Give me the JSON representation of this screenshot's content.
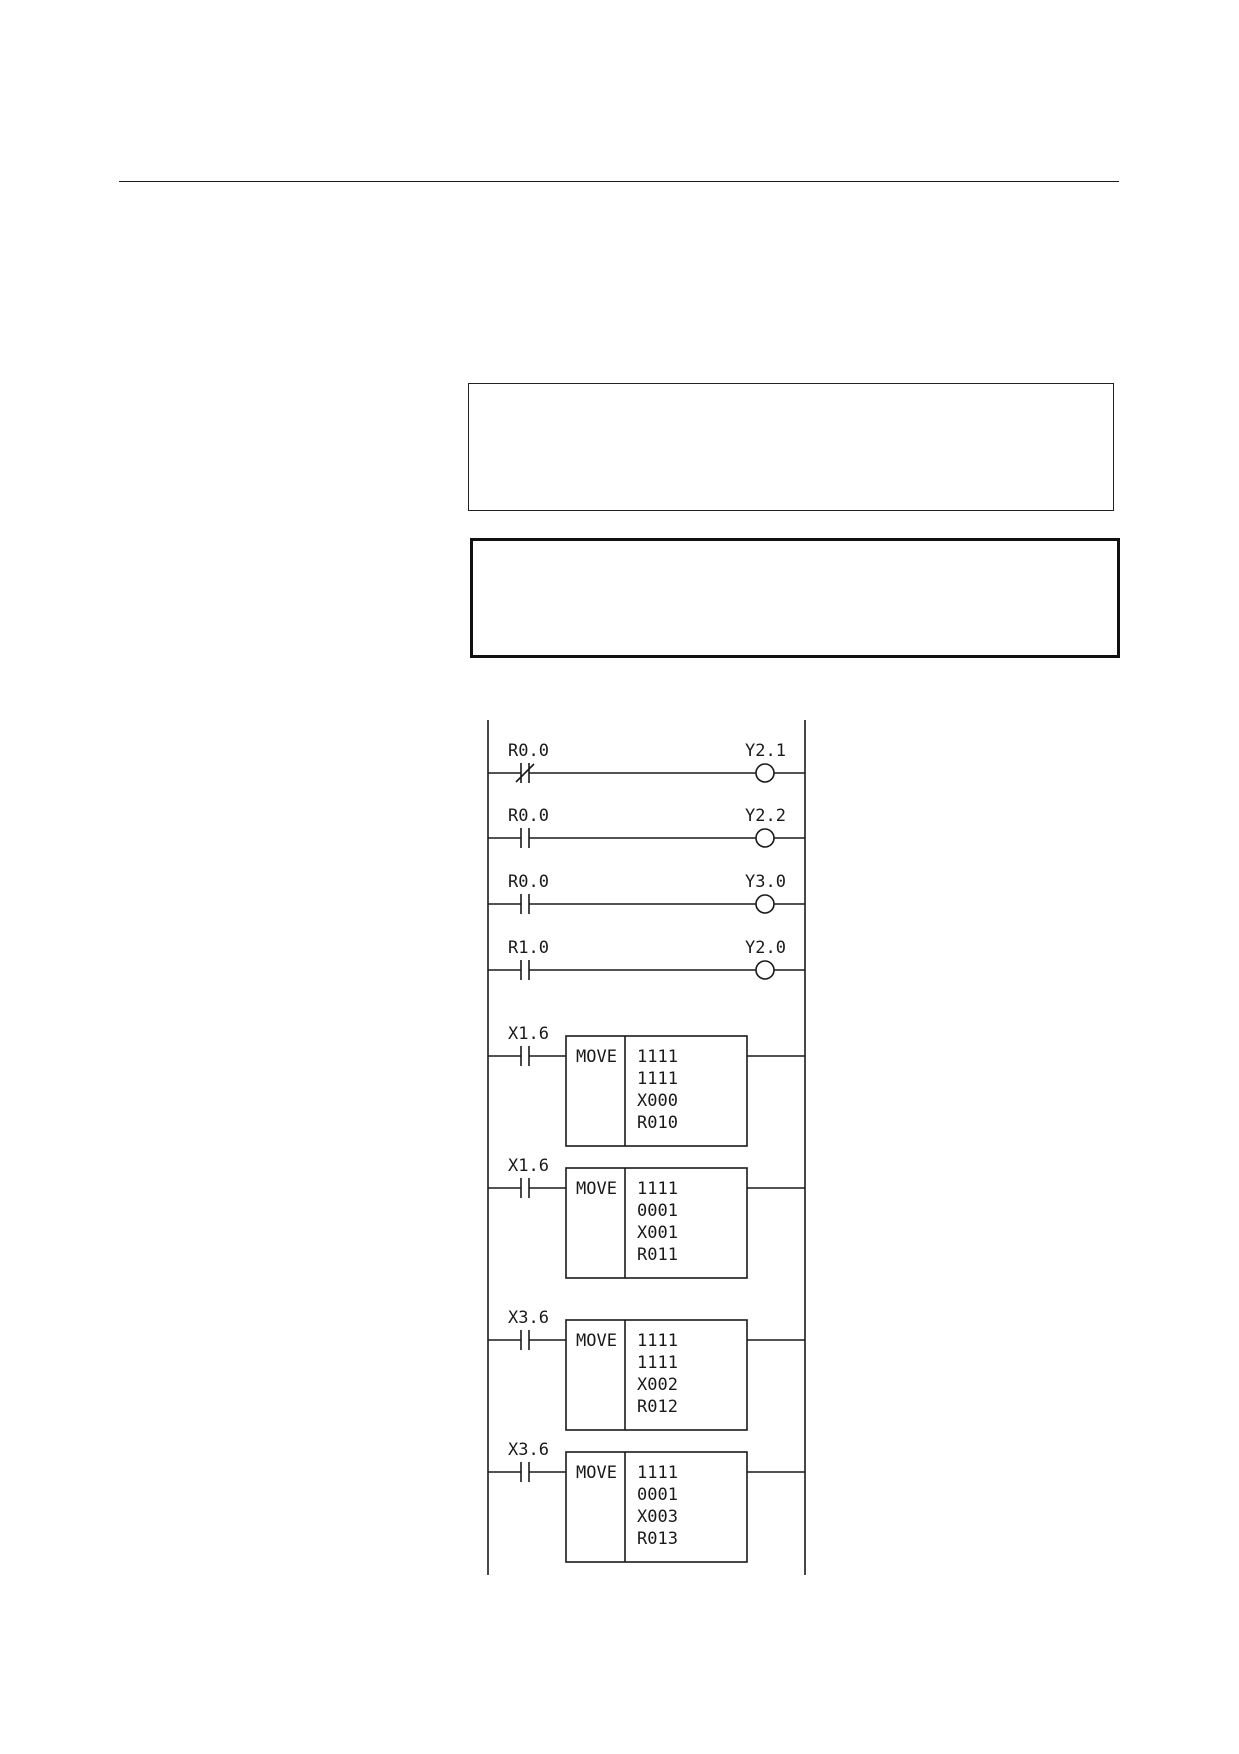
{
  "ladder": {
    "rungs": [
      {
        "type": "coil",
        "contact": "R0.0",
        "contact_type": "normally-closed",
        "coil": "Y2.1"
      },
      {
        "type": "coil",
        "contact": "R0.0",
        "contact_type": "normally-open",
        "coil": "Y2.2"
      },
      {
        "type": "coil",
        "contact": "R0.0",
        "contact_type": "normally-open",
        "coil": "Y3.0"
      },
      {
        "type": "coil",
        "contact": "R1.0",
        "contact_type": "normally-open",
        "coil": "Y2.0"
      },
      {
        "type": "move",
        "contact": "X1.6",
        "contact_type": "normally-open",
        "instruction": "MOVE",
        "params": [
          "1111",
          "1111",
          "X000",
          "R010"
        ]
      },
      {
        "type": "move",
        "contact": "X1.6",
        "contact_type": "normally-open",
        "instruction": "MOVE",
        "params": [
          "1111",
          "0001",
          "X001",
          "R011"
        ]
      },
      {
        "type": "move",
        "contact": "X3.6",
        "contact_type": "normally-open",
        "instruction": "MOVE",
        "params": [
          "1111",
          "1111",
          "X002",
          "R012"
        ]
      },
      {
        "type": "move",
        "contact": "X3.6",
        "contact_type": "normally-open",
        "instruction": "MOVE",
        "params": [
          "1111",
          "0001",
          "X003",
          "R013"
        ]
      }
    ]
  }
}
